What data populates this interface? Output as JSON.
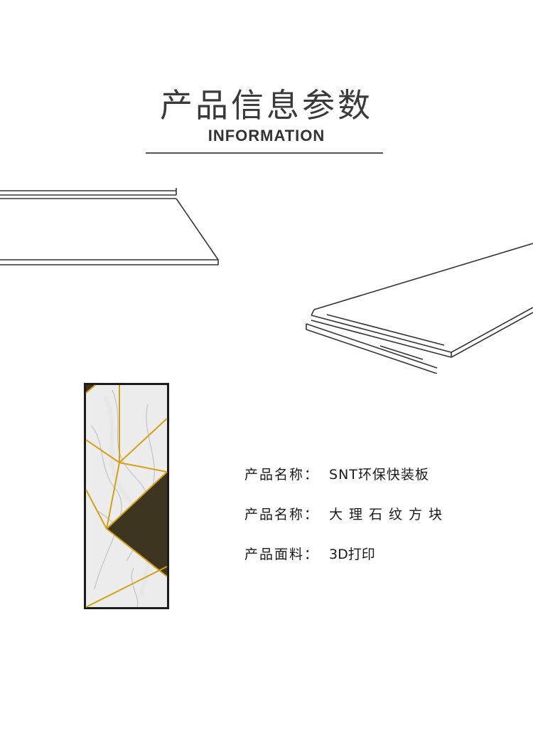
{
  "header": {
    "title": "产品信息参数",
    "subtitle": "INFORMATION"
  },
  "info": [
    {
      "label": "产品名称：",
      "value": "SNT环保快装板"
    },
    {
      "label": "产品名称：",
      "value": "大理石纹方块"
    },
    {
      "label": "产品面料：",
      "value": "3D打印"
    }
  ],
  "colors": {
    "gold_line": "#d4a017",
    "dark_panel": "#3e3520",
    "marble": "#e9e9e9"
  }
}
